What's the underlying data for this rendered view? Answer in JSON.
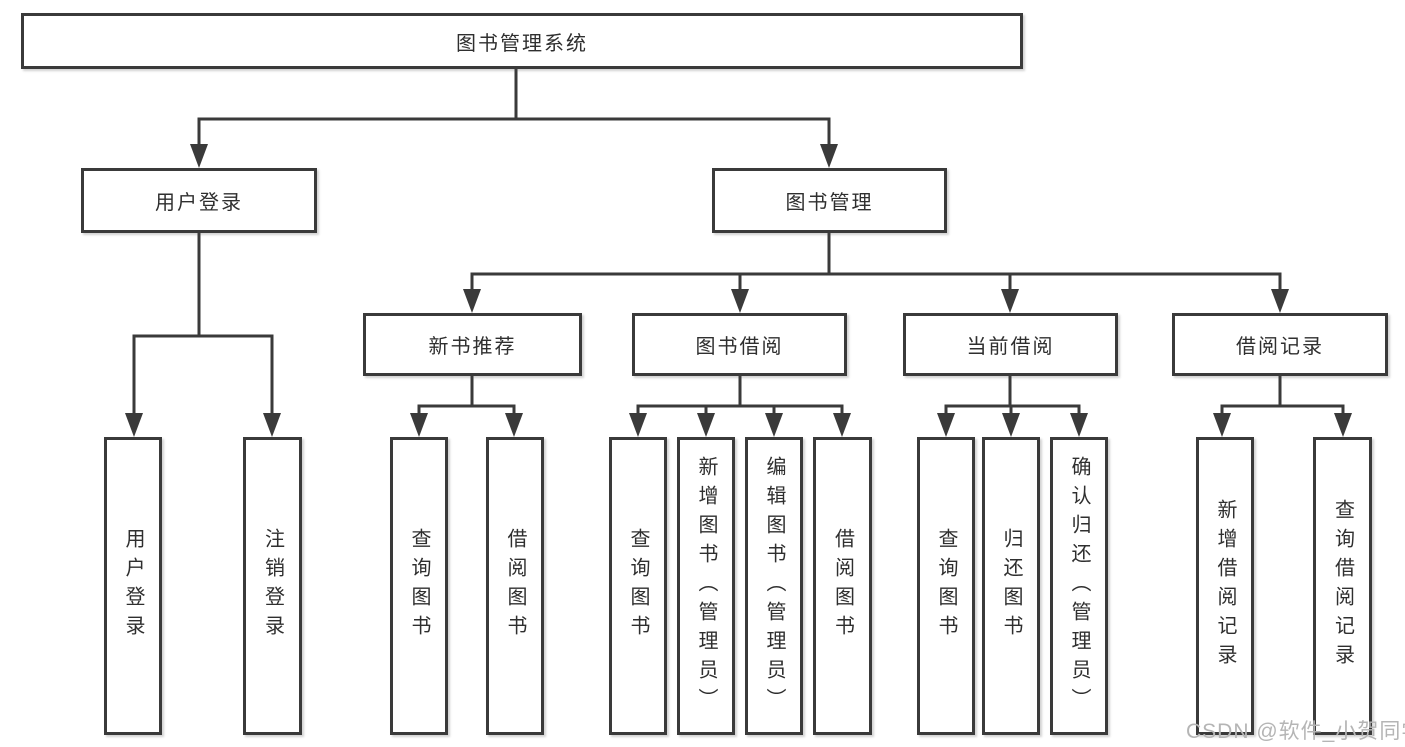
{
  "colors": {
    "line": "#3a3a3a",
    "box_border": "#3a3a3a",
    "box_fill": "#ffffff",
    "text": "#2f2f2f",
    "watermark": "#b5b5b5"
  },
  "watermark": "CSDN @软件_小贺同学",
  "diagram": {
    "root": "图书管理系统",
    "branches": {
      "user_login": "用户登录",
      "book_management": "图书管理"
    },
    "modules": {
      "new_book": "新书推荐",
      "book_borrow": "图书借阅",
      "current_borrow": "当前借阅",
      "borrow_record": "借阅记录"
    },
    "children": {
      "user_login": [
        "用户登录",
        "注销登录"
      ],
      "new_book": [
        "查询图书",
        "借阅图书"
      ],
      "book_borrow": [
        "查询图书",
        "新增图书（管理员）",
        "编辑图书（管理员）",
        "借阅图书"
      ],
      "current_borrow": [
        "查询图书",
        "归还图书",
        "确认归还（管理员）"
      ],
      "borrow_record": [
        "新增借阅记录",
        "查询借阅记录"
      ]
    }
  }
}
